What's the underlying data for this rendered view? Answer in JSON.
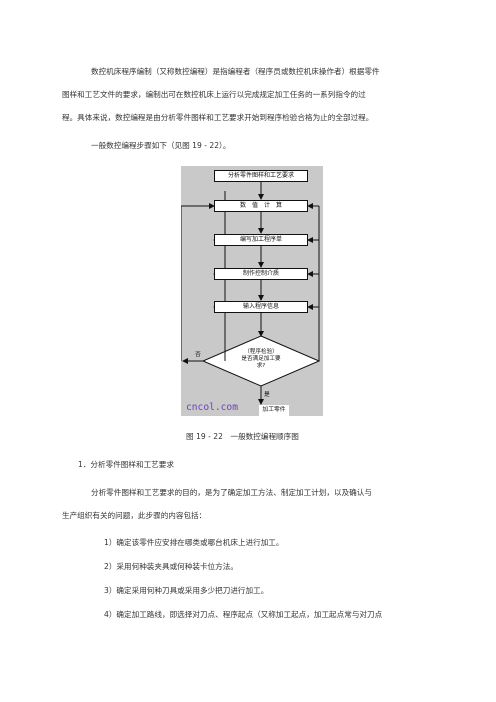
{
  "intro": {
    "line1": "数控机床程序编制（又称数控编程）是指编程者（程序员或数控机床操作者）根据零件",
    "line2": "图样和工艺文件的要求，编制出可在数控机床上运行以完成规定加工任务的一系列指令的过",
    "line3": "程。具体来说，数控编程是由分析零件图样和工艺要求开始到程序检验合格为止的全部过程。",
    "line4": "一般数控编程步骤如下（见图 19 - 22）。"
  },
  "flowchart": {
    "steps": [
      "分析零件图样和工艺要求",
      "数　值　计　算",
      "编写加工程序单",
      "制作控制介质",
      "输入程序信息"
    ],
    "decision": [
      "（程序检验）",
      "是否满足加工要",
      "求?"
    ],
    "no_label": "否",
    "yes_label": "是",
    "end_label": "加工零件",
    "watermark": "cncol.com"
  },
  "caption": "图 19 - 22　一般数控编程顺序图",
  "section": {
    "heading": "1．分析零件图样和工艺要求",
    "body_line1": "分析零件图样和工艺要求的目的，是为了确定加工方法、制定加工计划，以及确认与",
    "body_line2": "生产组织有关的问题，此步骤的内容包括：",
    "items": [
      "1）确定该零件应安排在哪类或哪台机床上进行加工。",
      "2）采用何种装夹具或何种装卡位方法。",
      "3）确定采用何种刀具或采用多少把刀进行加工。",
      "4）确定加工路线，即选择对刀点、程序起点（又称加工起点，加工起点常与对刀点"
    ]
  }
}
